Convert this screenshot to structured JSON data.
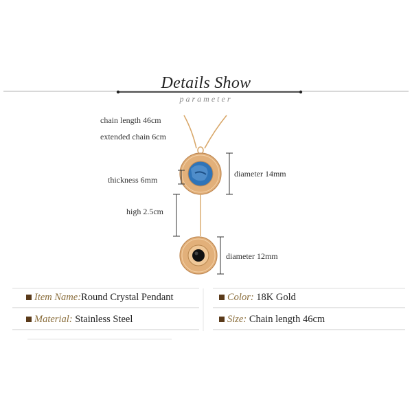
{
  "header": {
    "title": "Details Show",
    "subtitle": "parameter"
  },
  "annotations": {
    "chain_length": "chain length 46cm",
    "extended_chain": "extended chain 6cm",
    "thickness": "thickness 6mm",
    "height": "high 2.5cm",
    "diameter_top": "diameter 14mm",
    "diameter_bottom": "diameter 12mm"
  },
  "specs": {
    "item_name": {
      "label": "Item Name:",
      "value": "Round Crystal Pendant"
    },
    "color": {
      "label": "Color:",
      "value": "18K Gold"
    },
    "material": {
      "label": "Material:",
      "value": "Stainless Steel"
    },
    "size": {
      "label": "Size:",
      "value": "Chain length 46cm"
    }
  },
  "colors": {
    "gold": "#d9a86a",
    "gold_dark": "#b8864e",
    "blue_stone": "#2f74b8",
    "black_stone": "#111111",
    "bullet": "#5a3a1a",
    "label": "#8a6d3b"
  },
  "icons": [
    "bullet-square-icon"
  ]
}
